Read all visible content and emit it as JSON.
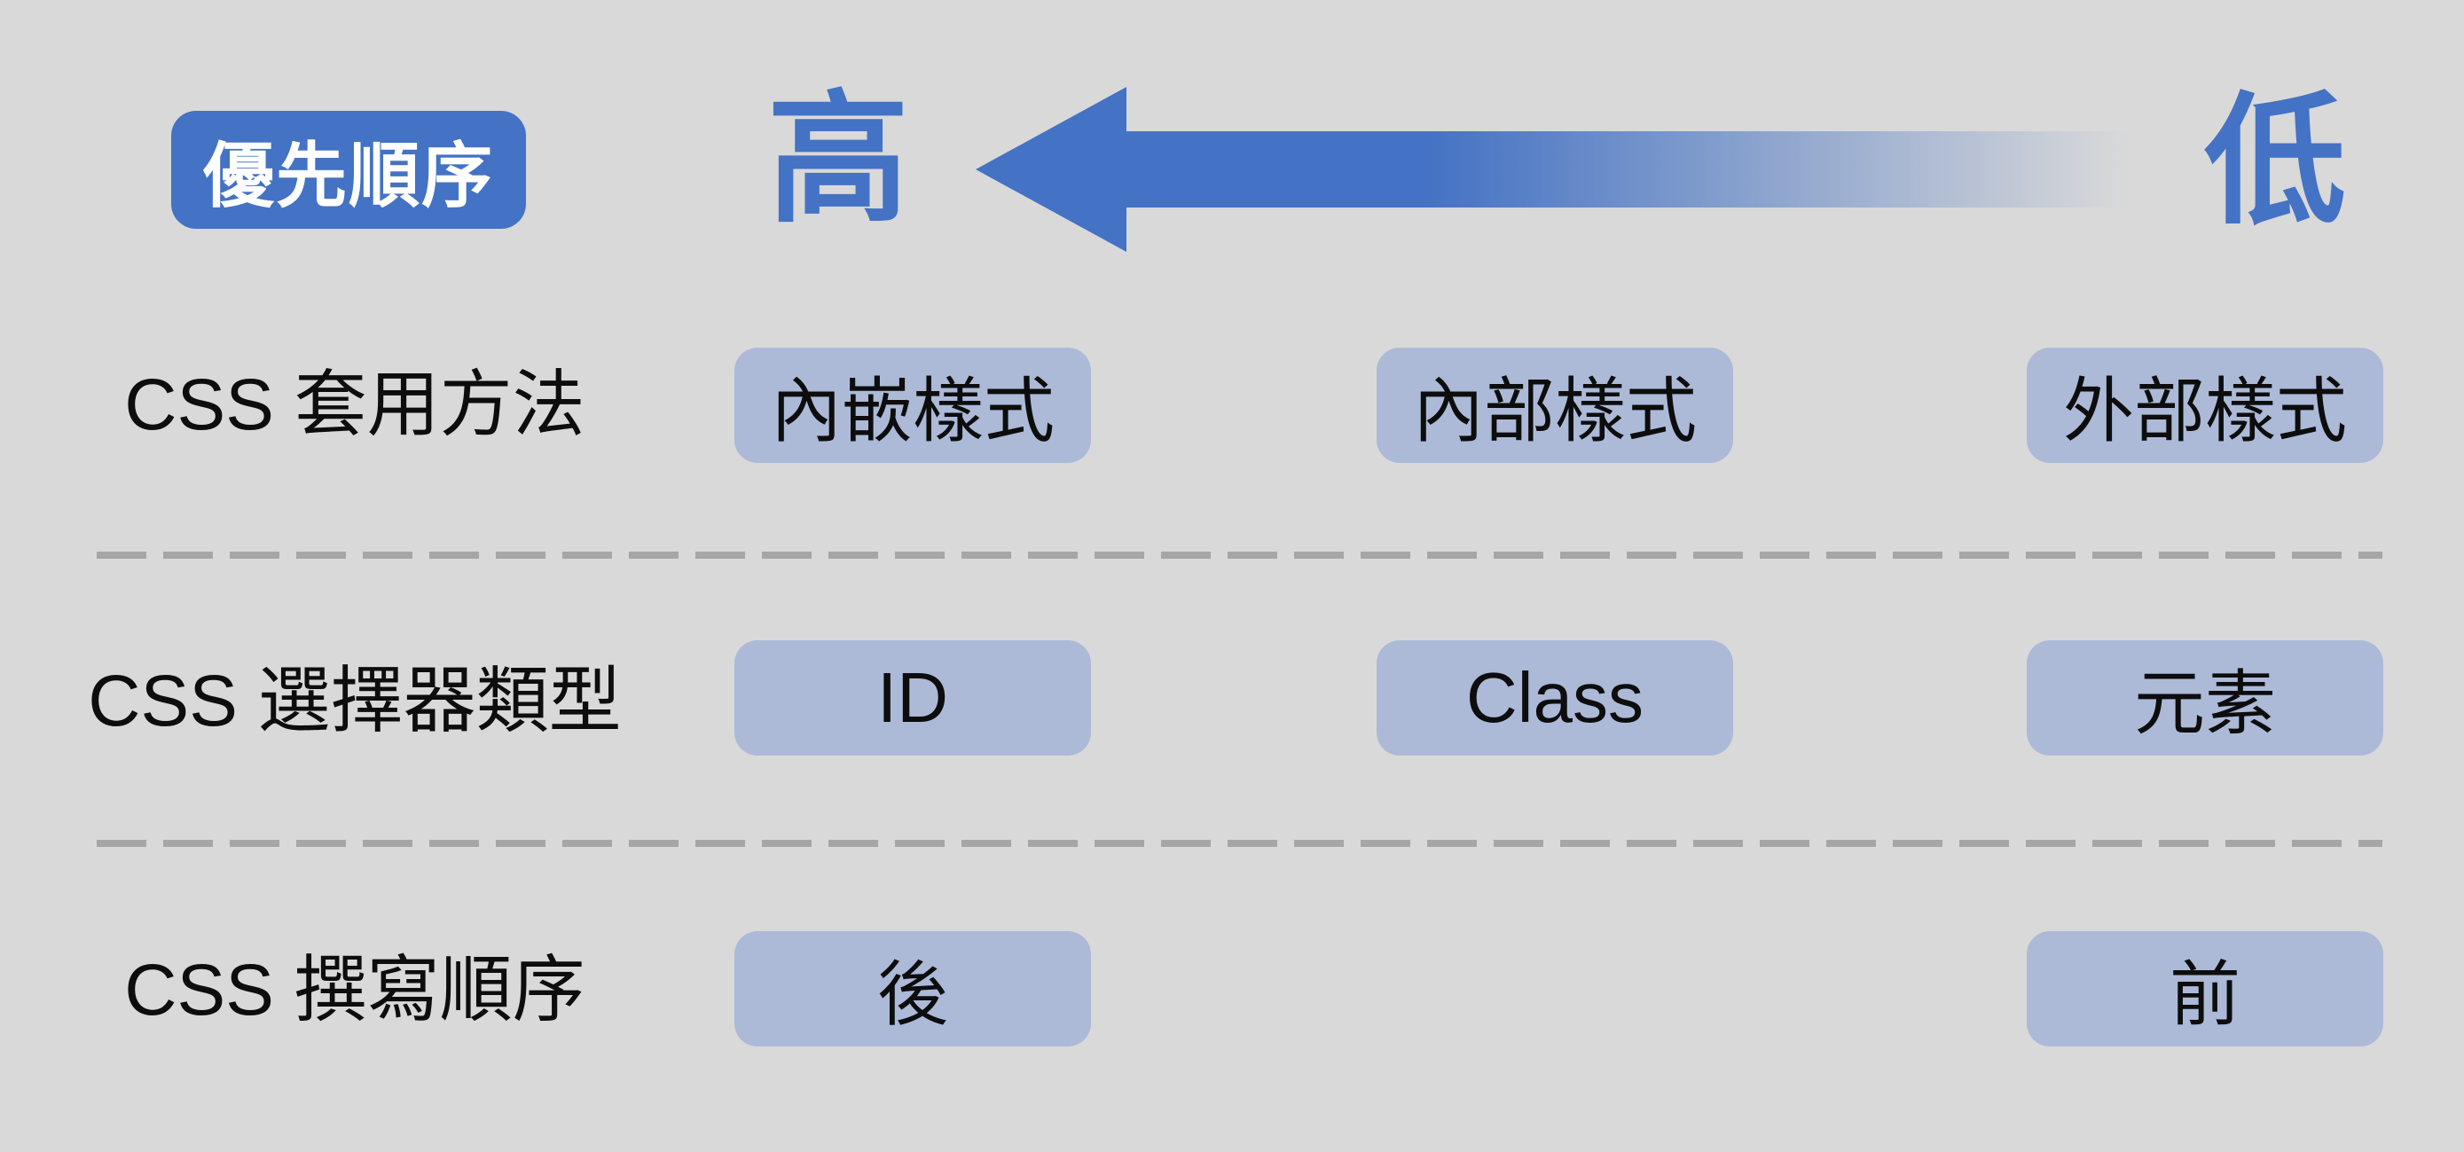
{
  "colors": {
    "background": "#D9D9D9",
    "accent": "#4472C4",
    "chip_fill": "#ACBAD8",
    "divider": "#A6A6A6",
    "text": "#0D0D0D",
    "badge_text": "#FFFFFF"
  },
  "header": {
    "badge_label": "優先順序",
    "high_label": "高",
    "low_label": "低",
    "arrow_direction": "left",
    "arrow_meaning": "priority increases toward the left"
  },
  "rows": [
    {
      "label": "CSS 套用方法",
      "items": [
        {
          "text": "內嵌樣式",
          "col": 0
        },
        {
          "text": "內部樣式",
          "col": 1
        },
        {
          "text": "外部樣式",
          "col": 2
        }
      ]
    },
    {
      "label": "CSS 選擇器類型",
      "items": [
        {
          "text": "ID",
          "col": 0
        },
        {
          "text": "Class",
          "col": 1
        },
        {
          "text": "元素",
          "col": 2
        }
      ]
    },
    {
      "label": "CSS 撰寫順序",
      "items": [
        {
          "text": "後",
          "col": 0
        },
        {
          "text": "前",
          "col": 2
        }
      ]
    }
  ]
}
